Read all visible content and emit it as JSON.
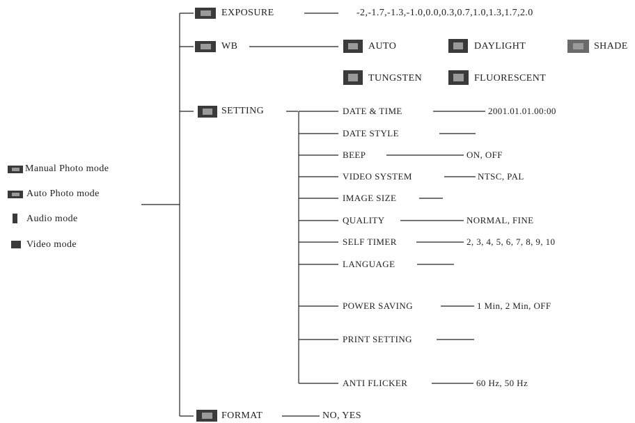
{
  "modes": {
    "manual_photo": "Manual Photo mode",
    "auto_photo": "Auto Photo mode",
    "audio": "Audio mode",
    "video": "Video mode"
  },
  "menu": {
    "exposure": {
      "label": "EXPOSURE",
      "icon": "exposure-icon",
      "values": "-2,-1.7,-1.3,-1.0,0.0,0.3,0.7,1.0,1.3,1.7,2.0"
    },
    "wb": {
      "label": "WB",
      "icon": "wb-icon",
      "options": [
        {
          "label": "AUTO",
          "icon": "wb-auto-icon"
        },
        {
          "label": "DAYLIGHT",
          "icon": "daylight-icon"
        },
        {
          "label": "SHADE",
          "icon": "shade-icon"
        },
        {
          "label": "TUNGSTEN",
          "icon": "tungsten-icon"
        },
        {
          "label": "FLUORESCENT",
          "icon": "fluorescent-icon"
        }
      ]
    },
    "setting": {
      "label": "SETTING",
      "icon": "setting-icon",
      "items": [
        {
          "label": "DATE & TIME",
          "value": "2001.01.01.00:00"
        },
        {
          "label": "DATE STYLE",
          "value": ""
        },
        {
          "label": "BEEP",
          "value": "ON, OFF"
        },
        {
          "label": "VIDEO SYSTEM",
          "value": "NTSC, PAL"
        },
        {
          "label": "IMAGE SIZE",
          "value": ""
        },
        {
          "label": "QUALITY",
          "value": "NORMAL, FINE"
        },
        {
          "label": "SELF TIMER",
          "value": "2, 3, 4, 5, 6, 7, 8, 9, 10"
        },
        {
          "label": "LANGUAGE",
          "value": ""
        },
        {
          "label": "POWER SAVING",
          "value": "1 Min, 2 Min, OFF"
        },
        {
          "label": "PRINT SETTING",
          "value": ""
        },
        {
          "label": "ANTI FLICKER",
          "value": "60 Hz, 50 Hz"
        }
      ]
    },
    "format": {
      "label": "FORMAT",
      "icon": "format-icon",
      "values": "NO, YES"
    }
  }
}
